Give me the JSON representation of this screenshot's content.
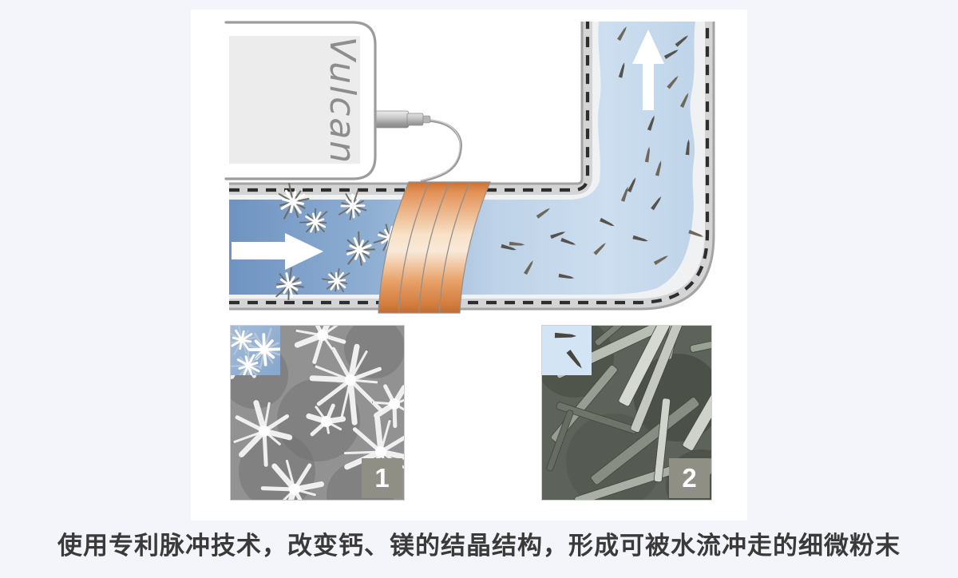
{
  "caption": "使用专利脉冲技术，改变钙、镁的结晶结构，形成可被水流冲走的细微粉末",
  "device": {
    "label": "Vulcan"
  },
  "sem_images": [
    {
      "number": "1"
    },
    {
      "number": "2"
    }
  ],
  "colors": {
    "page_background": "#f3f5fa",
    "panel_background": "#ffffff",
    "pipe_wall": "#d4d4d4",
    "pipe_outline": "#a3a3a3",
    "pipe_lining": "#eff1f3",
    "dash_line": "#2e2e2e",
    "water_dark": "#6f93c1",
    "water_light": "#ccdeef",
    "coil_dark": "#c97335",
    "coil_light": "#f8e2c8",
    "device_border": "#9c9c9c",
    "device_panel": "#ececec",
    "label_plate": "#8f8f85",
    "caption_color": "#3a3a3a"
  },
  "decor": {
    "stars": [
      [
        128,
        241,
        1.15,
        10
      ],
      [
        203,
        246,
        1.0,
        40
      ],
      [
        156,
        266,
        0.95,
        70
      ],
      [
        211,
        301,
        1.1,
        20
      ],
      [
        249,
        286,
        1.0,
        55
      ],
      [
        123,
        345,
        1.05,
        30
      ],
      [
        183,
        340,
        0.9,
        80
      ],
      [
        258,
        332,
        0.85,
        0
      ]
    ],
    "needles": [
      [
        389,
        296,
        15
      ],
      [
        434,
        260,
        -35
      ],
      [
        464,
        288,
        20
      ],
      [
        419,
        331,
        -60
      ],
      [
        461,
        333,
        10
      ],
      [
        506,
        306,
        -45
      ],
      [
        513,
        263,
        25
      ],
      [
        541,
        240,
        -70
      ],
      [
        554,
        285,
        15
      ],
      [
        581,
        318,
        -30
      ],
      [
        578,
        250,
        -55
      ],
      [
        584,
        208,
        -75
      ],
      [
        549,
        228,
        -65
      ],
      [
        571,
        191,
        -80
      ],
      [
        574,
        151,
        -70
      ],
      [
        598,
        98,
        -50
      ],
      [
        538,
        85,
        -75
      ],
      [
        536,
        38,
        -60
      ],
      [
        608,
        45,
        -40
      ],
      [
        624,
        278,
        20
      ],
      [
        451,
        285,
        -20
      ],
      [
        399,
        293,
        5
      ],
      [
        622,
        182,
        -85
      ],
      [
        615,
        122,
        -65
      ],
      [
        594,
        60,
        -30
      ]
    ],
    "sem1_blobs": [
      [
        30,
        62,
        42
      ],
      [
        180,
        28,
        38
      ],
      [
        58,
        182,
        48
      ],
      [
        162,
        212,
        42
      ],
      [
        110,
        118,
        52
      ],
      [
        10,
        10,
        30
      ]
    ],
    "sem1_bursts": [
      [
        150,
        68,
        60,
        11,
        5
      ],
      [
        42,
        132,
        46,
        9,
        40
      ],
      [
        188,
        158,
        52,
        10,
        70
      ],
      [
        80,
        205,
        48,
        9,
        15
      ],
      [
        115,
        12,
        38,
        8,
        55
      ],
      [
        14,
        38,
        32,
        7,
        0
      ],
      [
        205,
        98,
        30,
        7,
        30
      ],
      [
        120,
        120,
        26,
        7,
        80
      ]
    ],
    "sem2_blobs": [
      [
        40,
        40,
        50,
        "#474c43"
      ],
      [
        170,
        90,
        55,
        "#3f443c"
      ],
      [
        90,
        170,
        60,
        "#50554c"
      ],
      [
        200,
        200,
        45,
        "#434840"
      ]
    ],
    "sem2_rods": [
      [
        15,
        55,
        150,
        13,
        -25,
        "#b9beb4"
      ],
      [
        95,
        95,
        175,
        15,
        -63,
        "#d6d9d2"
      ],
      [
        10,
        140,
        120,
        11,
        -50,
        "#979d92"
      ],
      [
        150,
        40,
        150,
        12,
        -76,
        "#aeb3a9"
      ],
      [
        60,
        190,
        165,
        13,
        -38,
        "#878d82"
      ],
      [
        175,
        150,
        135,
        15,
        -60,
        "#ced2cb"
      ],
      [
        20,
        95,
        105,
        9,
        18,
        "#6e746a"
      ],
      [
        185,
        25,
        95,
        9,
        -12,
        "#99a094"
      ],
      [
        110,
        130,
        185,
        12,
        -68,
        "#c4c8c0"
      ],
      [
        40,
        215,
        140,
        11,
        -18,
        "#a9afa4"
      ],
      [
        180,
        205,
        115,
        13,
        -52,
        "#8f958a"
      ],
      [
        140,
        195,
        105,
        10,
        -84,
        "#d0d4cd"
      ],
      [
        65,
        20,
        90,
        8,
        -40,
        "#7c8277"
      ],
      [
        5,
        180,
        80,
        8,
        -70,
        "#666c62"
      ]
    ],
    "inset1_stars": [
      [
        14,
        18,
        1.0,
        10
      ],
      [
        42,
        30,
        1.35,
        40
      ],
      [
        22,
        50,
        1.05,
        70
      ]
    ],
    "inset2_needles": [
      [
        16,
        12,
        2
      ],
      [
        33,
        32,
        52
      ]
    ]
  }
}
